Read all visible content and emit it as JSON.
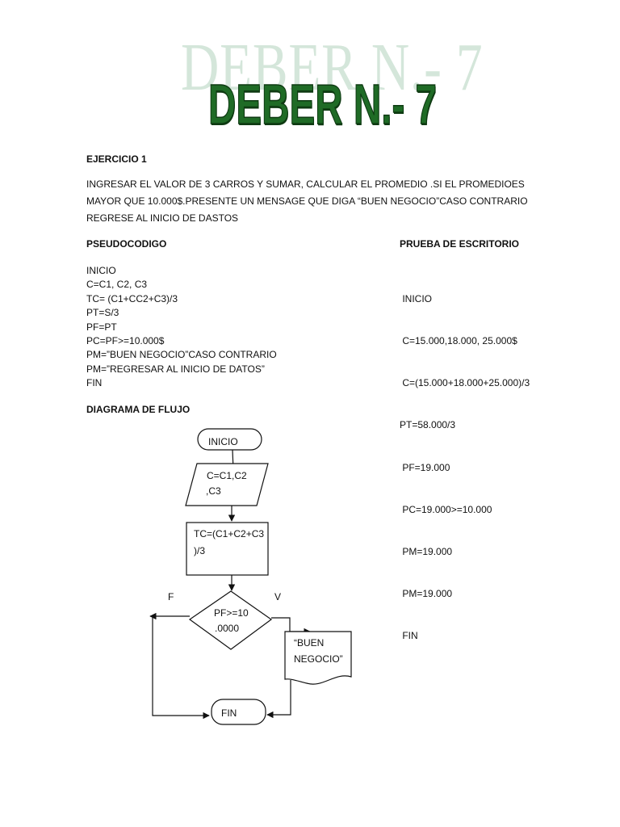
{
  "title": "DEBER N.- 7",
  "exercise": {
    "heading": "EJERCICIO  1",
    "statement": [
      "INGRESAR EL VALOR DE 3 CARROS  Y SUMAR, CALCULAR EL PROMEDIO .SI EL PROMEDIOES",
      "MAYOR QUE 10.000$.PRESENTE UN MENSAGE QUE DIGA “BUEN NEGOCIO”CASO CONTRARIO",
      "REGRESE AL INICIO DE DASTOS"
    ]
  },
  "pseudocode": {
    "heading": "PSEUDOCODIGO",
    "lines": [
      "INICIO",
      "C=C1, C2, C3",
      "TC= (C1+CC2+C3)/3",
      "PT=S/3",
      "PF=PT",
      "PC=PF>=10.000$",
      "PM=”BUEN NEGOCIO”CASO CONTRARIO",
      "PM=”REGRESAR AL INICIO DE DATOS”",
      "FIN"
    ]
  },
  "desk_test": {
    "heading": "PRUEBA DE ESCRITORIO",
    "lines": [
      " INICIO",
      " C=15.000,18.000, 25.000$",
      " C=(15.000+18.000+25.000)/3",
      "PT=58.000/3",
      " PF=19.000",
      " PC=19.000>=10.000",
      " PM=19.000",
      " PM=19.000",
      " FIN"
    ]
  },
  "flowchart": {
    "heading": "DIAGRAMA DE FLUJO",
    "start": "INICIO",
    "input": [
      "C=C1,C2",
      ",C3"
    ],
    "process": [
      "TC=(C1+C2+C3",
      ")/3"
    ],
    "decision": [
      "PF>=10",
      ".0000"
    ],
    "false_label": "F",
    "true_label": "V",
    "output": [
      "“BUEN",
      "NEGOCIO”"
    ],
    "end": "FIN"
  }
}
